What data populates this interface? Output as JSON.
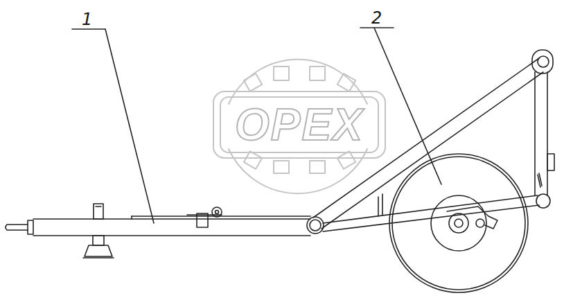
{
  "diagram": {
    "labels": [
      "1",
      "2",
      "OPEX"
    ]
  }
}
